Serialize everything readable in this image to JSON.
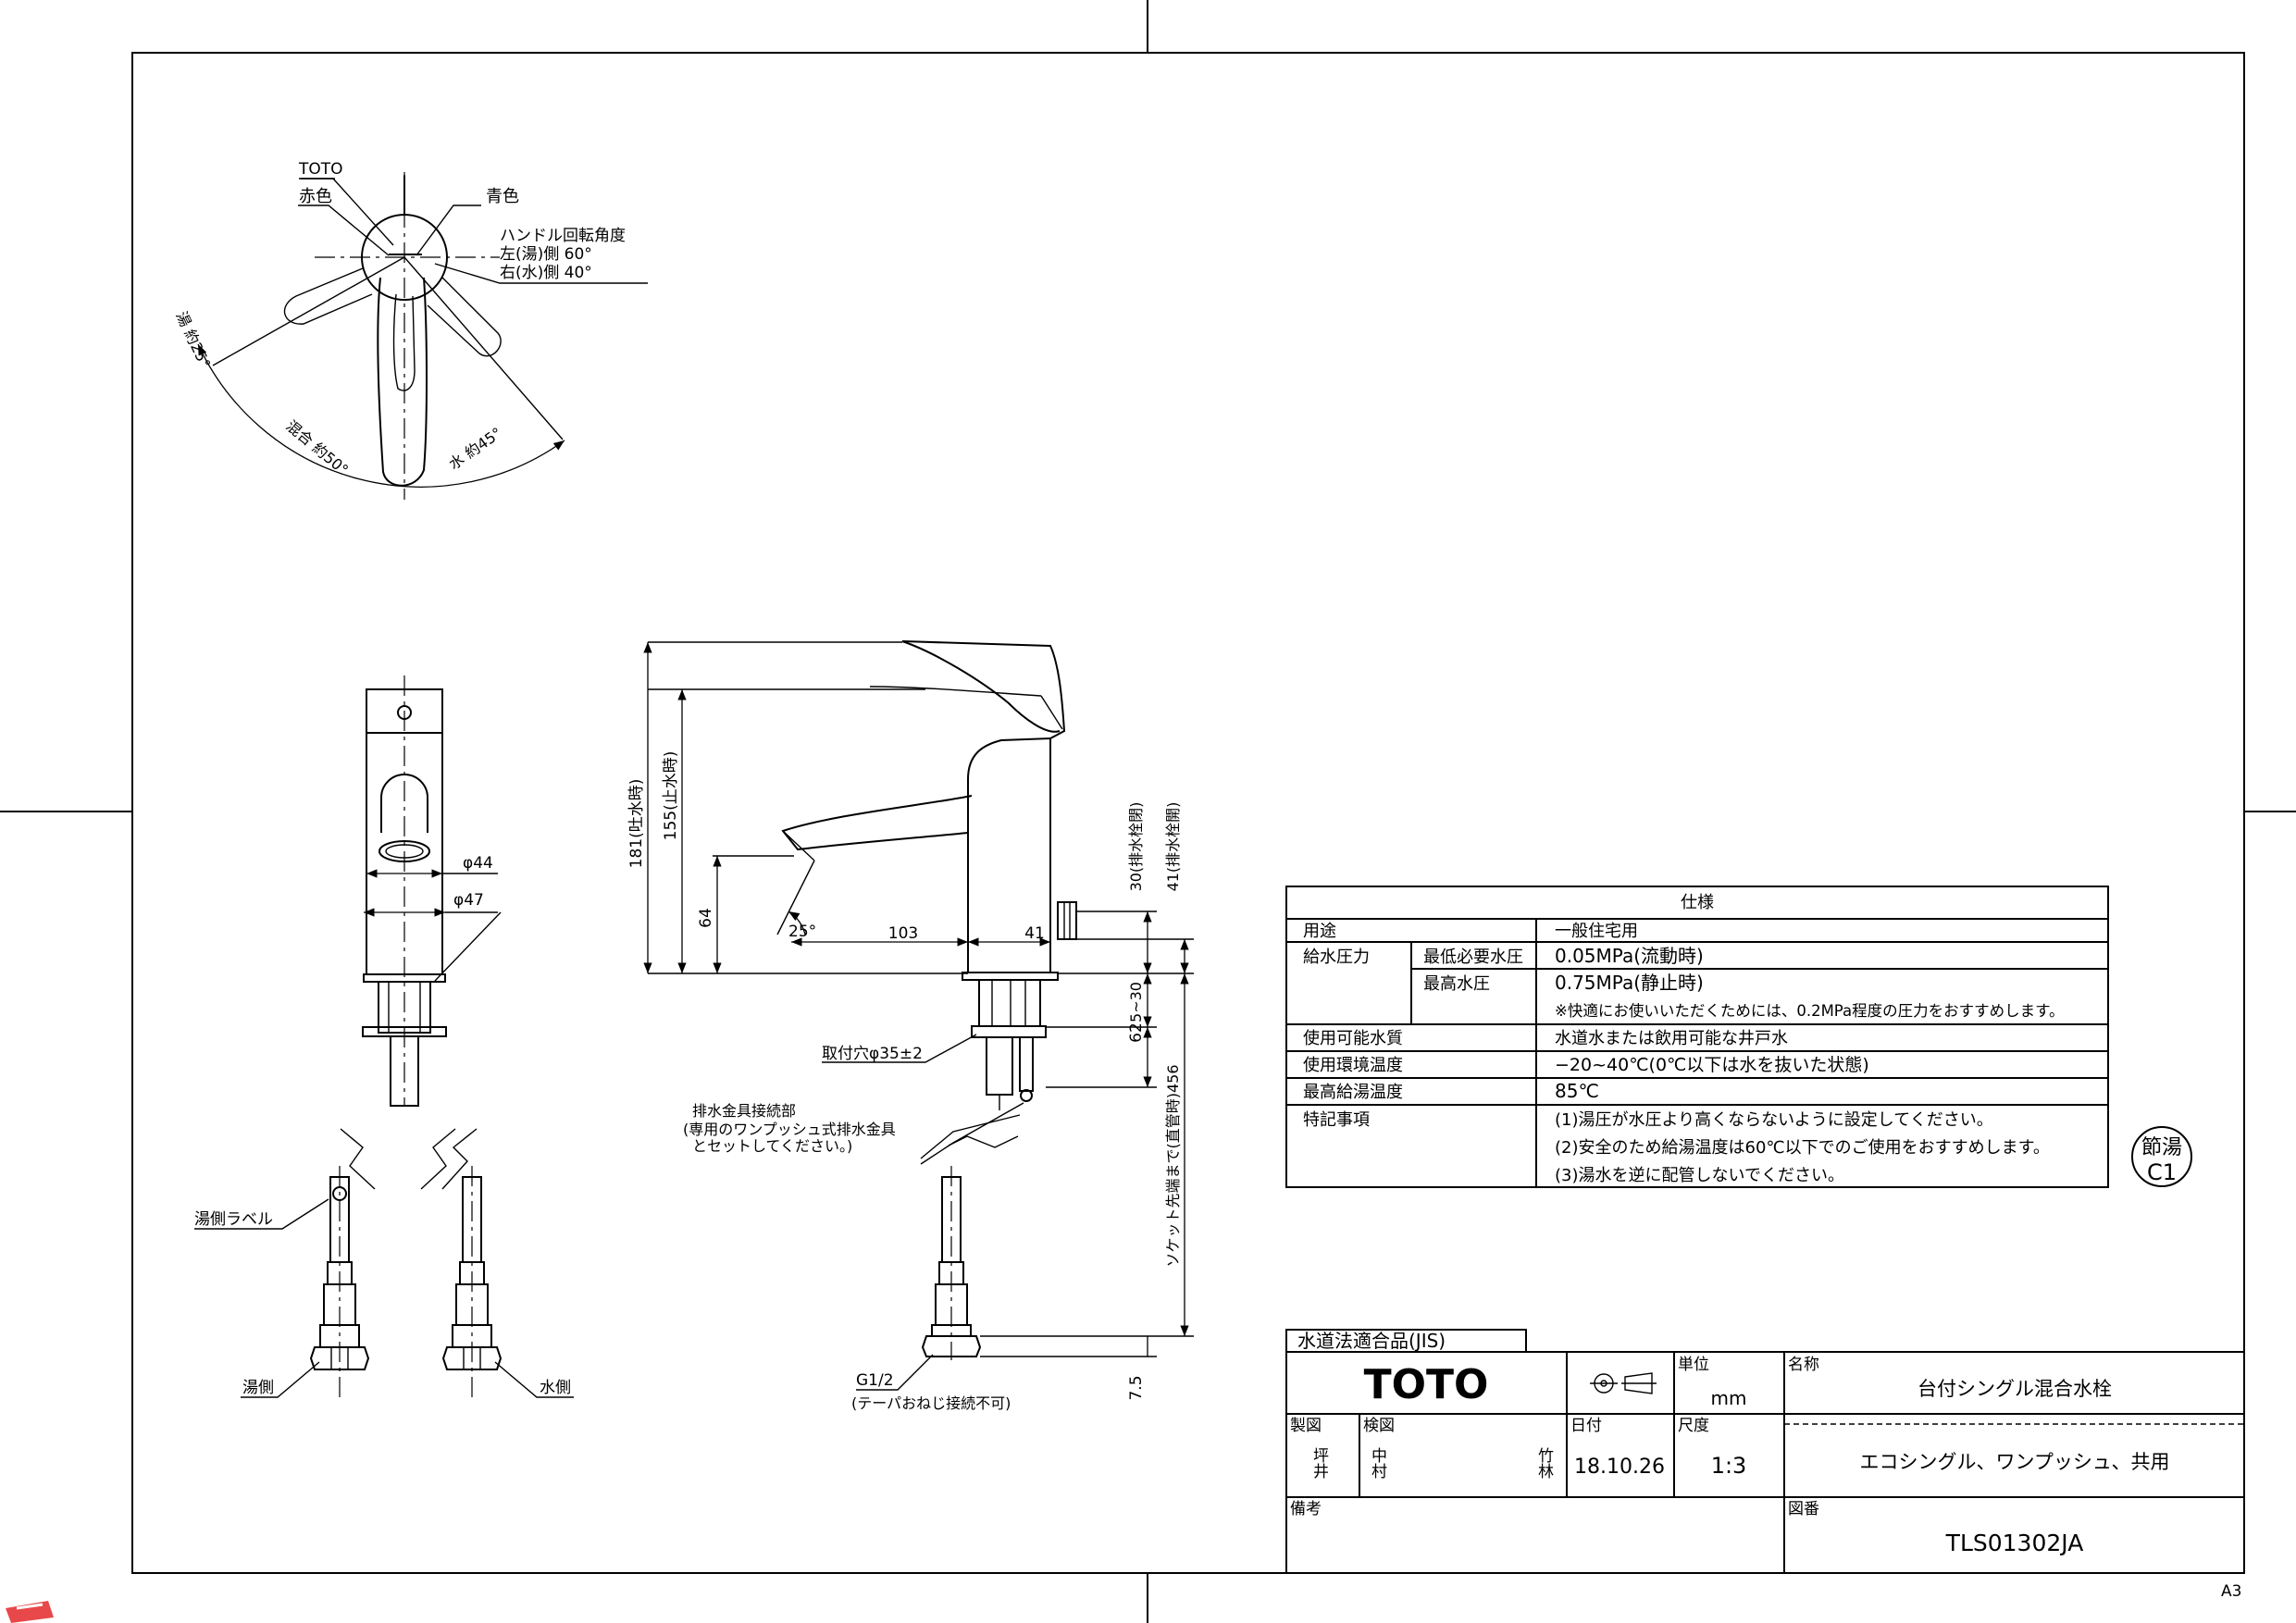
{
  "sheet": {
    "size_mark": "A3"
  },
  "top_view": {
    "brand": "TOTO",
    "red_label": "赤色",
    "blue_label": "青色",
    "angle_title": "ハンドル回転角度",
    "hot_angle": "左(湯)側 60°",
    "cold_angle": "右(水)側 40°",
    "hot_arc": "湯 約25°",
    "mix_arc": "混合 約50°",
    "cold_arc": "水 約45°"
  },
  "front_view": {
    "dia_44": "φ44",
    "dia_47": "φ47",
    "hot_label_tag": "湯側ラベル",
    "hot_side": "湯側",
    "cold_side": "水側"
  },
  "side_view": {
    "h181": "181(吐水時)",
    "h155": "155(止水時)",
    "h64": "64",
    "ang25": "25°",
    "w103": "103",
    "w41": "41",
    "d30": "30(排水栓閉)",
    "d41": "41(排水栓開)",
    "d5_30": "5~30",
    "d62": "62",
    "d456": "ソケット先端まで(直管時)456",
    "d7_5": "7.5",
    "mount_hole": "取付穴φ35±2",
    "drain_title": "排水金具接続部",
    "drain_note1": "(専用のワンプッシュ式排水金具",
    "drain_note2": "とセットしてください。)",
    "g_thread": "G1/2",
    "g_note": "(テーパおねじ接続不可)"
  },
  "spec": {
    "title": "仕様",
    "rows": [
      {
        "label": "用途",
        "sub": "",
        "value": "一般住宅用"
      },
      {
        "label": "給水圧力",
        "sub": "最低必要水圧",
        "value": "0.05MPa(流動時)"
      },
      {
        "label": "",
        "sub": "最高水圧",
        "value": "0.75MPa(静止時)"
      },
      {
        "label": "",
        "sub": "",
        "value": "※快適にお使いいただくためには、0.2MPa程度の圧力をおすすめします。"
      },
      {
        "label": "使用可能水質",
        "sub": "",
        "value": "水道水または飲用可能な井戸水"
      },
      {
        "label": "使用環境温度",
        "sub": "",
        "value": "−20~40℃(0℃以下は水を抜いた状態)"
      },
      {
        "label": "最高給湯温度",
        "sub": "",
        "value": "85℃"
      },
      {
        "label": "特記事項",
        "sub": "",
        "value": "(1)湯圧が水圧より高くならないように設定してください。"
      },
      {
        "label": "",
        "sub": "",
        "value": "(2)安全のため給湯温度は60℃以下でのご使用をおすすめします。"
      },
      {
        "label": "",
        "sub": "",
        "value": "(3)湯水を逆に配管しないでください。"
      }
    ],
    "stamp_top": "節湯",
    "stamp_bottom": "C1"
  },
  "title_block": {
    "jis_label": "水道法適合品(JIS)",
    "logo": "TOTO",
    "unit_label": "単位",
    "unit_value": "mm",
    "name_label": "名称",
    "name_value": "台付シングル混合水栓",
    "drawn_label": "製図",
    "drawn_by": "坪井",
    "checked_label": "検図",
    "checked_by1": "中村",
    "checked_by2": "竹林",
    "date_label": "日付",
    "date_value": "18.10.26",
    "scale_label": "尺度",
    "scale_value": "1:3",
    "subname": "エコシングル、ワンプッシュ、共用",
    "remarks_label": "備考",
    "drawing_no_label": "図番",
    "drawing_no": "TLS01302JA"
  }
}
